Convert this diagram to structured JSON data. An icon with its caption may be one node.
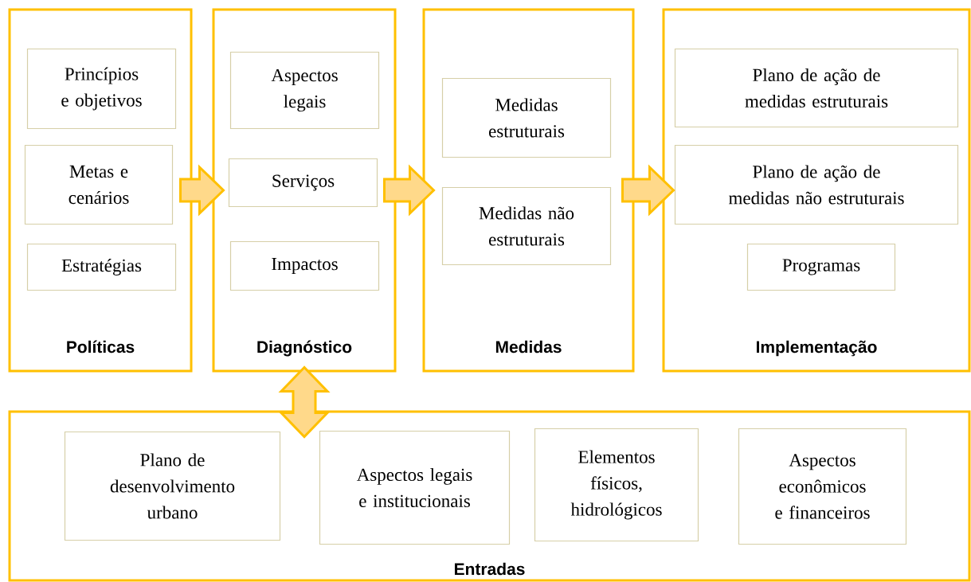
{
  "diagram": {
    "nodes": [
      {
        "text": [
          "Políticas"
        ]
      },
      {
        "text": [
          "Princípios e objetivos"
        ],
        "in": 0
      },
      {
        "text": [
          "Metas e cenários"
        ],
        "in": 0
      },
      {
        "text": [
          "Estratégias"
        ],
        "in": 0
      },
      {
        "text": [
          "Diagnóstico"
        ]
      },
      {
        "text": [
          "Aspectos legais"
        ],
        "in": 4
      },
      {
        "text": [
          "Serviços"
        ],
        "in": 4
      },
      {
        "text": [
          "Impactos"
        ],
        "in": 4
      },
      {
        "text": [
          "Medidas"
        ]
      },
      {
        "text": [
          "Medidas estruturais"
        ],
        "in": 8
      },
      {
        "text": [
          "Medidas não estruturais"
        ],
        "in": 8
      },
      {
        "text": [
          "Implementação"
        ]
      },
      {
        "text": [
          "Plano de ação de medidas estruturais"
        ],
        "in": 11
      },
      {
        "text": [
          "Plano de ação de medidas não estruturais"
        ],
        "in": 11
      },
      {
        "text": [
          "Programas"
        ],
        "in": 11
      },
      {
        "text": [
          "Entradas"
        ]
      },
      {
        "text": [
          "Plano de desenvolvimento urbano"
        ],
        "in": 15
      },
      {
        "text": [
          "Aspectos legais e institucionais"
        ],
        "in": 15
      },
      {
        "text": [
          "Elementos físicos, hidrológicos"
        ],
        "in": 15
      },
      {
        "text": [
          "Aspectos econômicos e financeiros"
        ],
        "in": 15
      }
    ],
    "edges": [
      {
        "from": 0,
        "to": 4,
        "arrow": "to"
      },
      {
        "from": 4,
        "to": 8,
        "arrow": "to"
      },
      {
        "from": 8,
        "to": 11,
        "arrow": "to"
      },
      {
        "from": 4,
        "to": 15,
        "arrow": "both"
      }
    ]
  }
}
